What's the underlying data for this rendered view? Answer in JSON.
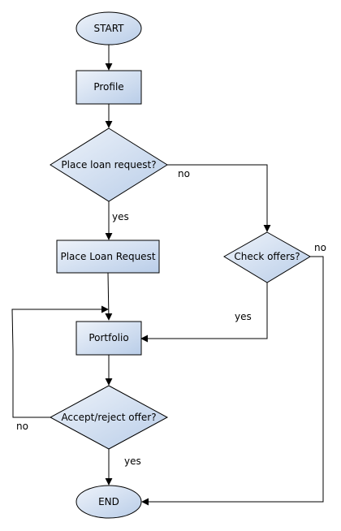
{
  "colors": {
    "node_fill_top": "#eef3fa",
    "node_fill_bottom": "#b9cde8",
    "stroke": "#000000",
    "background": "#ffffff"
  },
  "nodes": {
    "start": "START",
    "profile": "Profile",
    "place_loan_question": "Place loan request?",
    "place_loan_request": "Place Loan Request",
    "check_offers": "Check offers?",
    "portfolio": "Portfolio",
    "accept_reject": "Accept/reject offer?",
    "end": "END"
  },
  "edge_labels": {
    "place_loan_no": "no",
    "place_loan_yes": "yes",
    "check_offers_no": "no",
    "check_offers_yes": "yes",
    "accept_reject_no": "no",
    "accept_reject_yes": "yes"
  }
}
